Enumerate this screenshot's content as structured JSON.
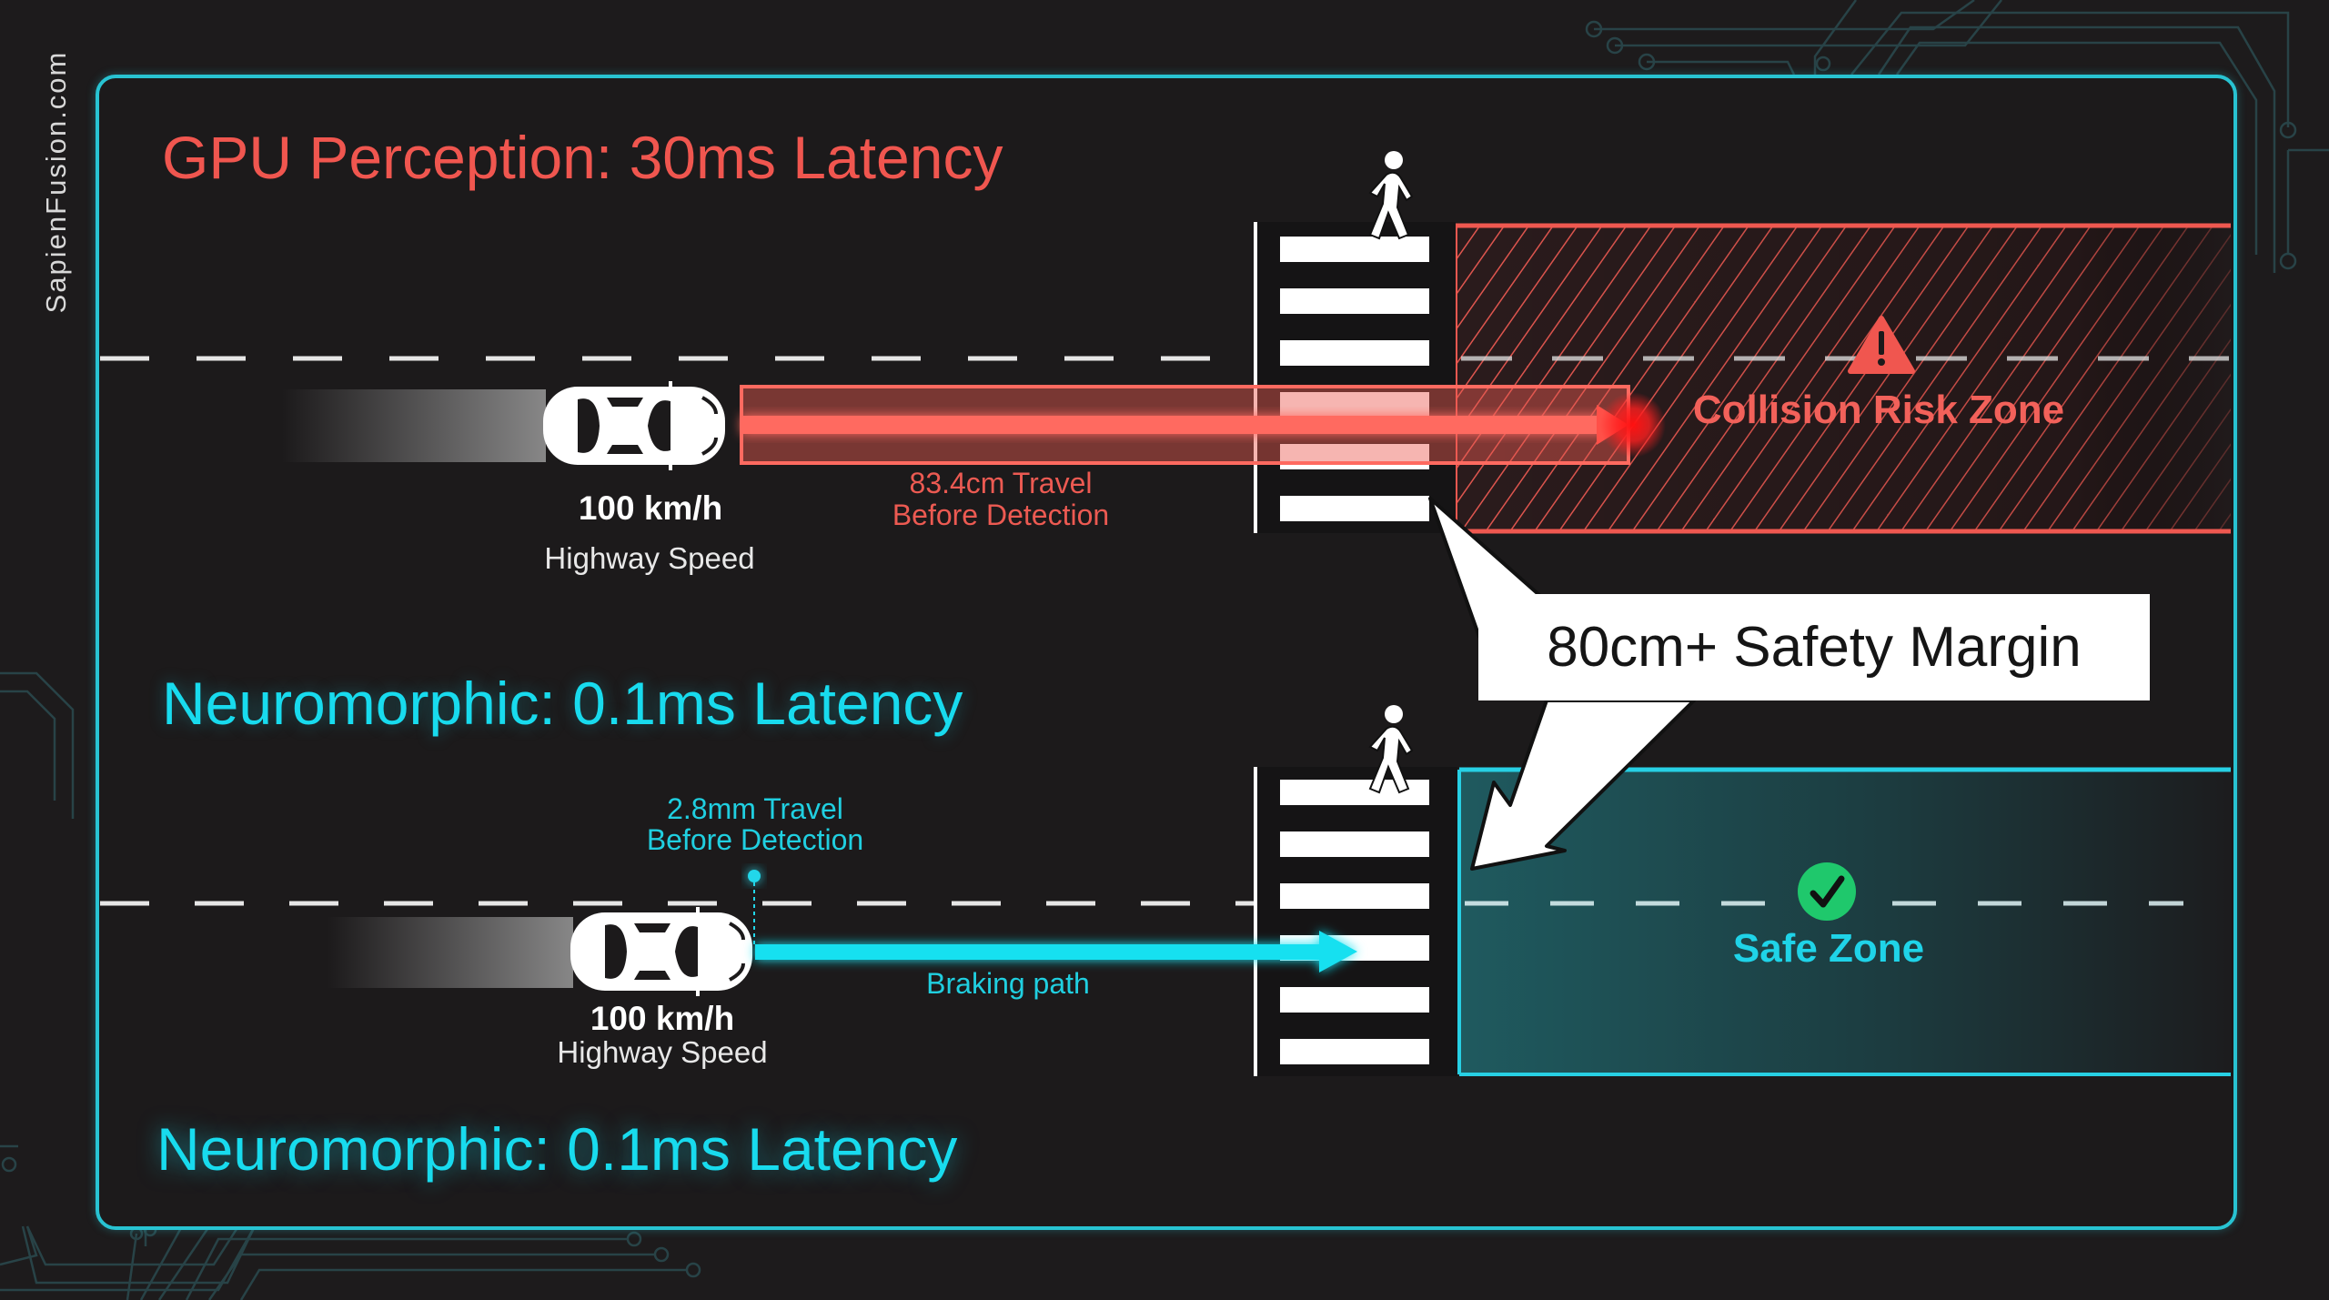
{
  "watermark": "SapienFusion.com",
  "colors": {
    "background": "#1d1b1c",
    "frame_border": "#28c3d2",
    "gpu_red": "#f0564f",
    "neuro_cyan": "#18dbee",
    "safe_green": "#1fc86c",
    "callout_bg": "#ffffff"
  },
  "gpu_section": {
    "title": "GPU Perception: 30ms Latency",
    "speed": "100 km/h",
    "speed_label": "Highway Speed",
    "travel_line1": "83.4cm Travel",
    "travel_line2": "Before Detection",
    "zone_label": "Collision Risk Zone",
    "zone_icon": "warning-triangle-icon"
  },
  "neuro_section": {
    "title": "Neuromorphic: 0.1ms Latency",
    "speed": "100 km/h",
    "speed_label": "Highway Speed",
    "travel_line1": "2.8mm Travel",
    "travel_line2": "Before Detection",
    "path_label": "Braking path",
    "zone_label": "Safe Zone",
    "zone_icon": "check-circle-icon"
  },
  "callout": {
    "label": "80cm+ Safety Margin"
  },
  "footer_title": "Neuromorphic: 0.1ms Latency"
}
